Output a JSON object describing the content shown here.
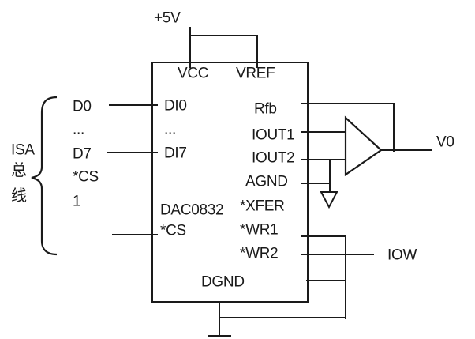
{
  "power_rail": {
    "label": "+5V"
  },
  "chip": {
    "name": "DAC0832",
    "pins": {
      "top": [
        "VCC",
        "VREF"
      ],
      "left": [
        "DI0",
        "...",
        "DI7",
        "*CS"
      ],
      "right": [
        "Rfb",
        "IOUT1",
        "IOUT2",
        "AGND",
        "*XFER",
        "*WR1",
        "*WR2"
      ],
      "bottom": [
        "DGND"
      ]
    }
  },
  "isa_bus": {
    "label_lines": [
      "ISA",
      "总",
      "线"
    ],
    "signals": [
      "D0",
      "...",
      "D7",
      "*CS",
      "1"
    ]
  },
  "output": {
    "label": "V0"
  },
  "control": {
    "label": "IOW"
  },
  "colors": {
    "line": "#1a1a1a",
    "background": "#ffffff"
  }
}
